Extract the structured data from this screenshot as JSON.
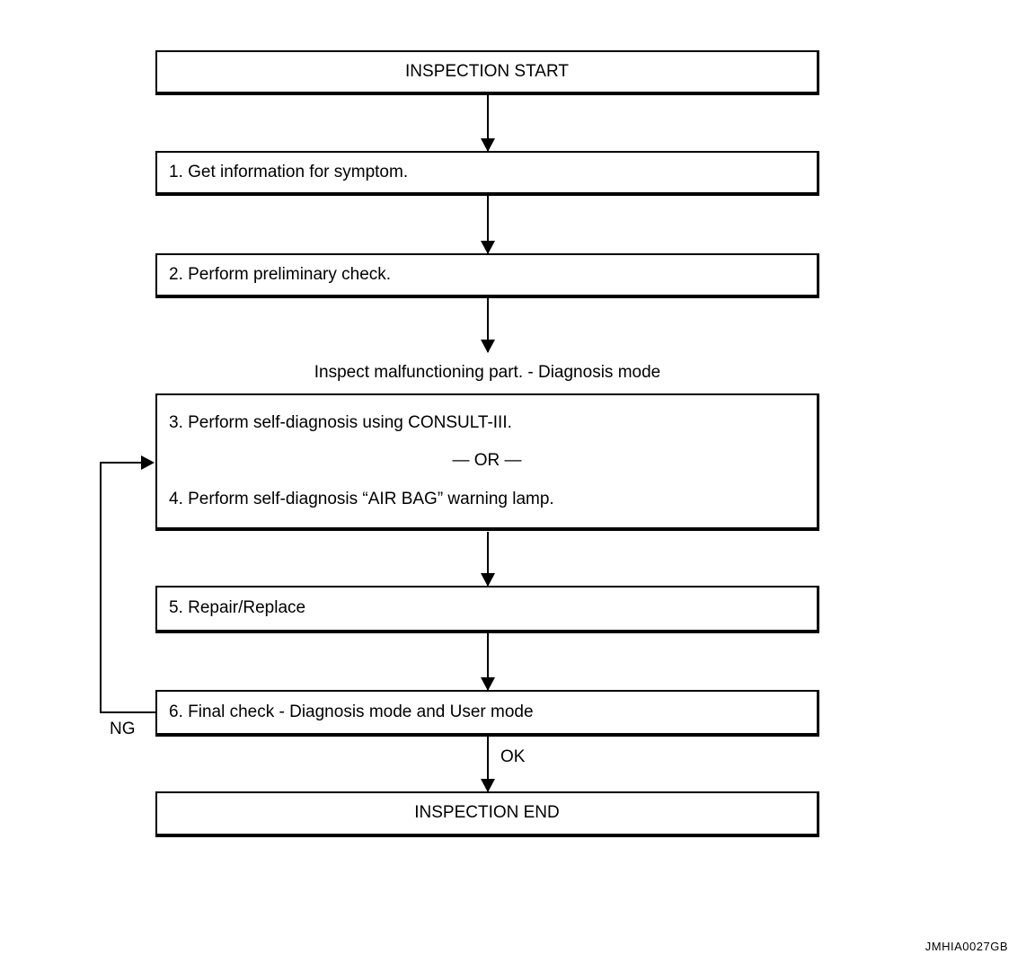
{
  "flowchart": {
    "start": "INSPECTION START",
    "step1": "1. Get information for symptom.",
    "step2": "2. Perform preliminary check.",
    "diagnosis_caption": "Inspect malfunctioning part. - Diagnosis mode",
    "step3": "3. Perform self-diagnosis using CONSULT-III.",
    "or_separator": "— OR —",
    "step4": "4. Perform self-diagnosis “AIR BAG” warning lamp.",
    "step5": "5. Repair/Replace",
    "step6": "6. Final check - Diagnosis mode and User mode",
    "end": "INSPECTION END",
    "ng_label": "NG",
    "ok_label": "OK",
    "figure_code": "JMHIA0027GB",
    "line_color": "#000000",
    "background_color": "#ffffff"
  }
}
